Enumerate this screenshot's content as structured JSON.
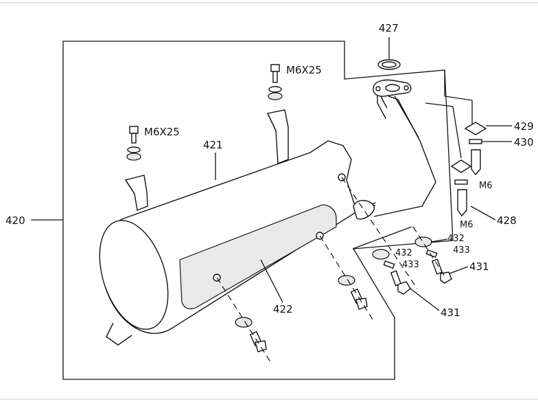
{
  "labels": {
    "l420": "420",
    "l421": "421",
    "l422": "422",
    "l427": "427",
    "l428": "428",
    "l429": "429",
    "l430": "430",
    "l431a": "431",
    "l431b": "431",
    "l432a": "432",
    "l432b": "432",
    "l433a": "433",
    "l433b": "433",
    "m6x25a": "M6X25",
    "m6x25b": "M6X25",
    "m6a": "M6",
    "m6b": "M6"
  }
}
